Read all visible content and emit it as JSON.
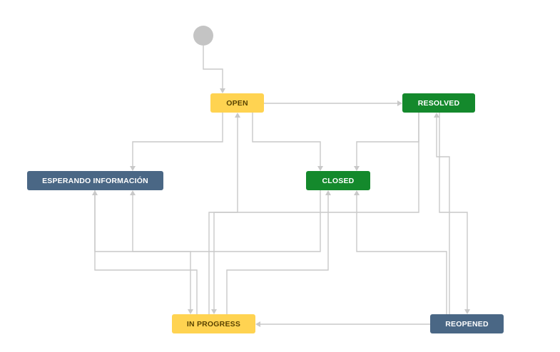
{
  "workflow": {
    "statuses": [
      {
        "id": "open",
        "label": "OPEN",
        "category": "todo"
      },
      {
        "id": "resolved",
        "label": "RESOLVED",
        "category": "done"
      },
      {
        "id": "esperando",
        "label": "ESPERANDO INFORMACIÓN",
        "category": "review"
      },
      {
        "id": "closed",
        "label": "CLOSED",
        "category": "done"
      },
      {
        "id": "inprogress",
        "label": "IN PROGRESS",
        "category": "todo"
      },
      {
        "id": "reopened",
        "label": "REOPENED",
        "category": "review"
      }
    ],
    "transitions": [
      {
        "from": "start",
        "to": "open"
      },
      {
        "from": "open",
        "to": "resolved"
      },
      {
        "from": "open",
        "to": "esperando"
      },
      {
        "from": "open",
        "to": "closed"
      },
      {
        "from": "resolved",
        "to": "closed"
      },
      {
        "from": "resolved",
        "to": "inprogress"
      },
      {
        "from": "resolved",
        "to": "reopened"
      },
      {
        "from": "esperando",
        "to": "inprogress"
      },
      {
        "from": "closed",
        "to": "esperando"
      },
      {
        "from": "inprogress",
        "to": "open"
      },
      {
        "from": "inprogress",
        "to": "esperando"
      },
      {
        "from": "inprogress",
        "to": "closed"
      },
      {
        "from": "reopened",
        "to": "resolved"
      },
      {
        "from": "reopened",
        "to": "inprogress"
      },
      {
        "from": "reopened",
        "to": "closed"
      }
    ]
  },
  "colors": {
    "todo_bg": "#ffd351",
    "todo_text": "#594300",
    "done_bg": "#14892c",
    "review_bg": "#4a6785",
    "edge": "#c9c9c9",
    "start_node": "#c4c4c4"
  }
}
